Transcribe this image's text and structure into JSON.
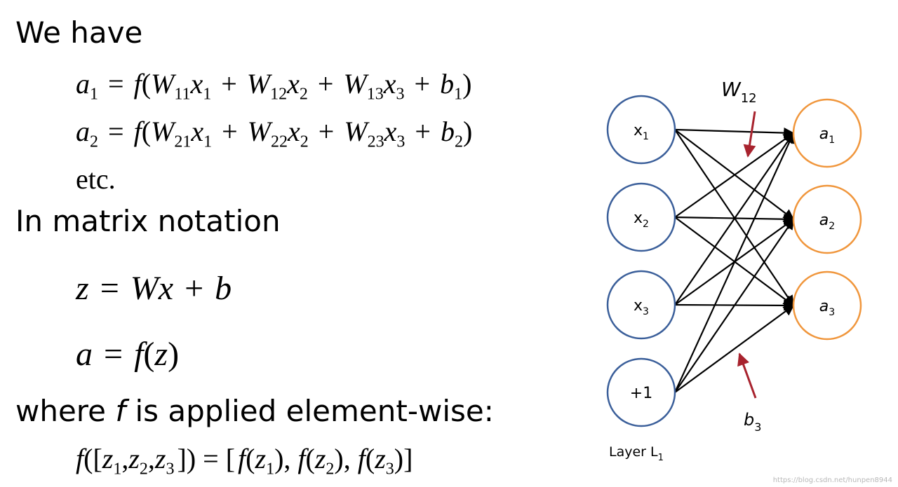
{
  "text": {
    "we_have": "We have",
    "etc": "etc.",
    "in_matrix": "In matrix notation",
    "where_pre": "where ",
    "where_f": "f",
    "where_post": " is applied element-wise:",
    "watermark": "https://blog.csdn.net/hunpen8944"
  },
  "equations": {
    "a1": [
      "a",
      "1",
      " = ",
      "f",
      "(",
      "W",
      "11",
      "x",
      "1",
      " + ",
      "W",
      "12",
      "x",
      "2",
      " + ",
      "W",
      "13",
      "x",
      "3",
      " + ",
      "b",
      "1",
      ")"
    ],
    "a2": [
      "a",
      "2",
      " = ",
      "f",
      "(",
      "W",
      "21",
      "x",
      "1",
      " + ",
      "W",
      "22",
      "x",
      "2",
      " + ",
      "W",
      "23",
      "x",
      "3",
      " + ",
      "b",
      "2",
      ")"
    ],
    "z": [
      "z",
      " = ",
      "W",
      "x",
      " + ",
      "b"
    ],
    "a": [
      "a",
      " = ",
      "f",
      "(",
      "z",
      ")"
    ],
    "fz": [
      "f",
      "([",
      "z",
      "1",
      ",",
      "z",
      "2",
      ",",
      "z",
      "3",
      "]) = [",
      "f",
      "(",
      "z",
      "1",
      "), ",
      "f",
      "(",
      "z",
      "2",
      "), ",
      "f",
      "(",
      "z",
      "3",
      ")]"
    ]
  },
  "diagram": {
    "inputs": [
      {
        "base": "x",
        "sub": "1"
      },
      {
        "base": "x",
        "sub": "2"
      },
      {
        "base": "x",
        "sub": "3"
      },
      {
        "base": "+1",
        "sub": ""
      }
    ],
    "outputs": [
      {
        "base": "a",
        "sub": "1"
      },
      {
        "base": "a",
        "sub": "2"
      },
      {
        "base": "a",
        "sub": "3"
      }
    ],
    "weight_label": {
      "base": "W",
      "sub": "12"
    },
    "bias_label": {
      "base": "b",
      "sub": "3"
    },
    "layer_label": {
      "base": "Layer L",
      "sub": "1"
    },
    "colors": {
      "input_node": "#3b5f9a",
      "output_node": "#f0963c",
      "edge": "#000000",
      "annotation_arrow": "#a8232e"
    }
  }
}
